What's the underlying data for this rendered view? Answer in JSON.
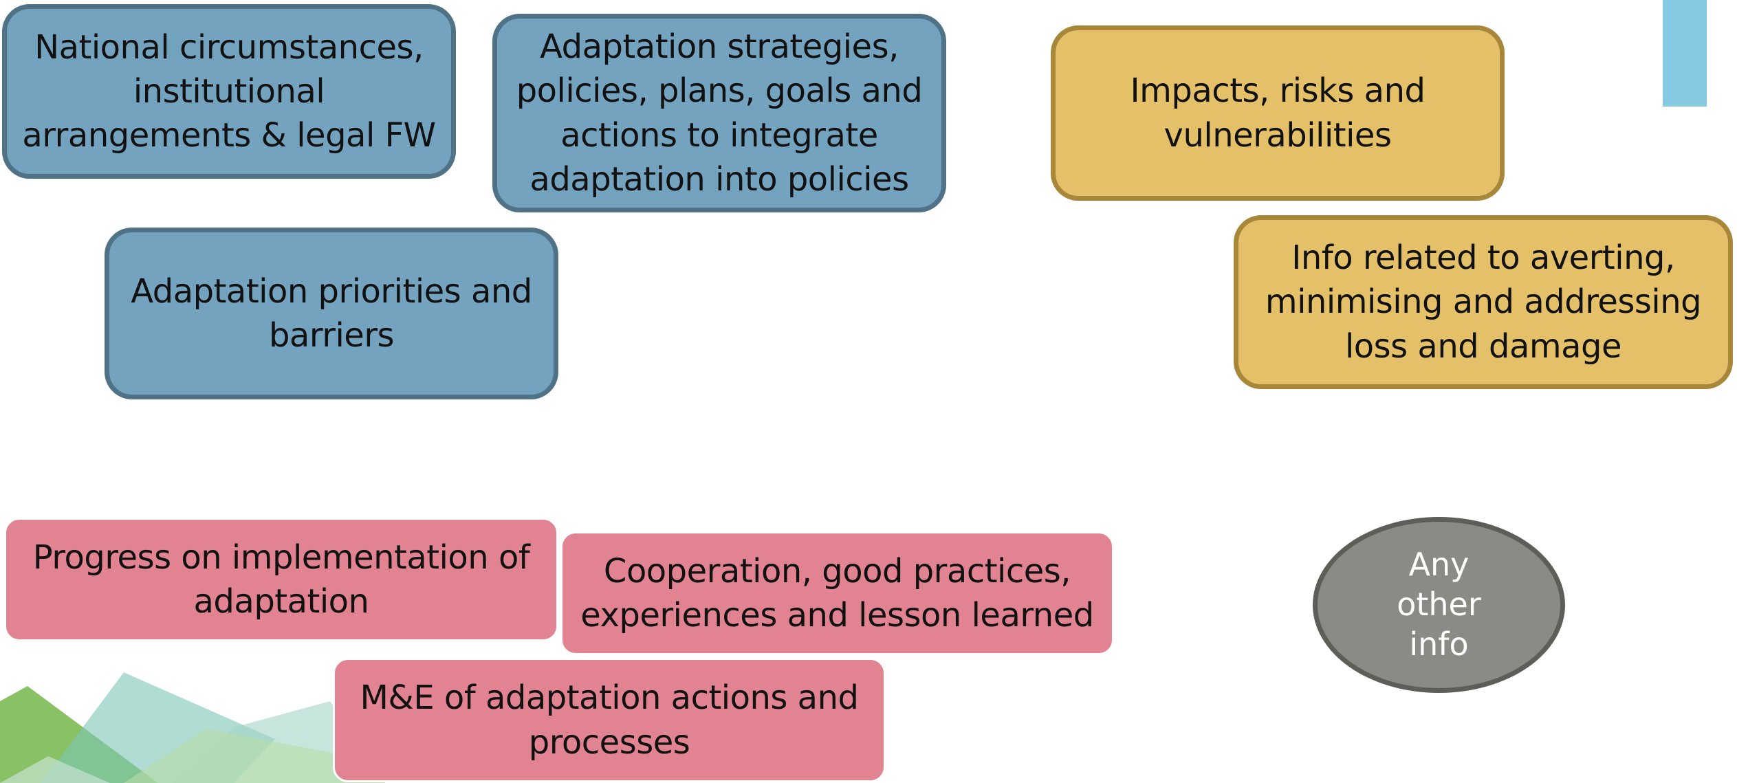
{
  "nodes": {
    "national_circumstances": "National circumstances, institutional arrangements & legal FW",
    "adaptation_strategies": "Adaptation strategies, policies, plans, goals and actions to integrate adaptation into policies",
    "adaptation_priorities": "Adaptation priorities and barriers",
    "impacts_risks": "Impacts, risks and vulnerabilities",
    "loss_damage": "Info related to averting, minimising and addressing loss and damage",
    "progress_implementation": "Progress on implementation of adaptation",
    "cooperation": "Cooperation, good practices, experiences and lesson learned",
    "monitoring_evaluation": "M&E of adaptation actions and processes",
    "any_other_info": "Any other info"
  },
  "colors": {
    "blue_fill": "#74a3c0",
    "blue_border": "#4f7287",
    "gold_fill": "#e4c069",
    "gold_border": "#a8873a",
    "pink_fill": "#e28392",
    "oval_fill": "#8b8b85",
    "accent_bar": "#86c9e2"
  }
}
